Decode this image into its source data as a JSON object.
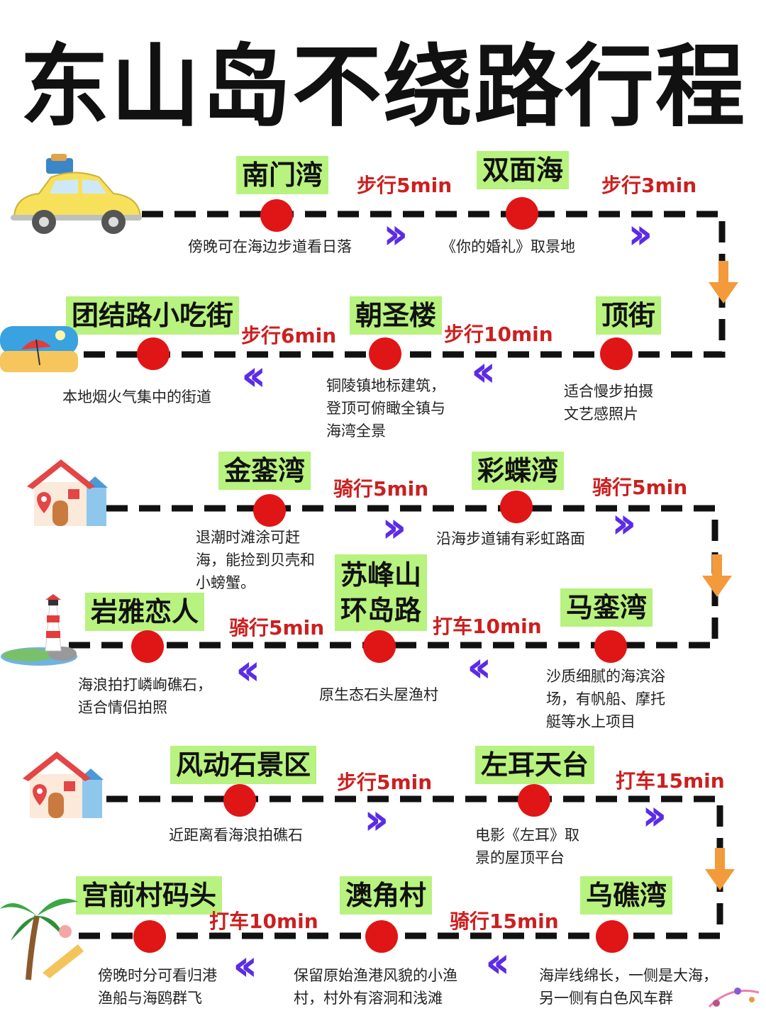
{
  "title": "东山岛不绕路行程",
  "rows": [
    {
      "stops": [
        {
          "name": "南门湾",
          "desc": "傍晚可在海边步道看日落"
        },
        {
          "name": "双面海",
          "desc": "《你的婚礼》取景地"
        }
      ],
      "transit": [
        "步行5min",
        "步行3min"
      ]
    },
    {
      "stops": [
        {
          "name": "团结路小吃街",
          "desc": "本地烟火气集中的街道"
        },
        {
          "name": "朝圣楼",
          "desc": "铜陵镇地标建筑，\n登顶可俯瞰全镇与\n海湾全景"
        },
        {
          "name": "顶街",
          "desc": "适合慢步拍摄\n文艺感照片"
        }
      ],
      "transit": [
        "步行6min",
        "步行10min"
      ]
    },
    {
      "stops": [
        {
          "name": "金銮湾",
          "desc": "退潮时滩涂可赶\n海，能捡到贝壳和\n小螃蟹。"
        },
        {
          "name": "彩蝶湾",
          "desc": "沿海步道铺有彩虹路面"
        }
      ],
      "transit": [
        "骑行5min",
        "骑行5min"
      ]
    },
    {
      "stops": [
        {
          "name": "岩雅恋人",
          "desc": "海浪拍打嶙峋礁石，\n适合情侣拍照"
        },
        {
          "name": "苏峰山\n环岛路",
          "desc": "原生态石头屋渔村"
        },
        {
          "name": "马銮湾",
          "desc": "沙质细腻的海滨浴\n场，有帆船、摩托\n艇等水上项目"
        }
      ],
      "transit": [
        "骑行5min",
        "打车10min"
      ]
    },
    {
      "stops": [
        {
          "name": "风动石景区",
          "desc": "近距离看海浪拍礁石"
        },
        {
          "name": "左耳天台",
          "desc": "电影《左耳》取\n景的屋顶平台"
        }
      ],
      "transit": [
        "步行5min",
        "打车15min"
      ]
    },
    {
      "stops": [
        {
          "name": "宫前村码头",
          "desc": "傍晚时分可看归港\n渔船与海鸥群飞"
        },
        {
          "name": "澳角村",
          "desc": "保留原始渔港风貌的小渔\n村，村外有溶洞和浅滩"
        },
        {
          "name": "乌礁湾",
          "desc": "海岸线绵长，一侧是大海，\n另一侧有白色风车群"
        }
      ],
      "transit": [
        "打车10min",
        "骑行15min"
      ]
    }
  ],
  "colors": {
    "stop": "#e01515",
    "name_bg": "#b8f27f",
    "transit": "#cc1f1f",
    "chevron": "#5b2ce6",
    "arrow": "#f39a3a"
  },
  "icons": [
    "car-icon",
    "beach-icon",
    "house-icon",
    "lighthouse-icon",
    "house-icon",
    "palm-tree-icon"
  ]
}
